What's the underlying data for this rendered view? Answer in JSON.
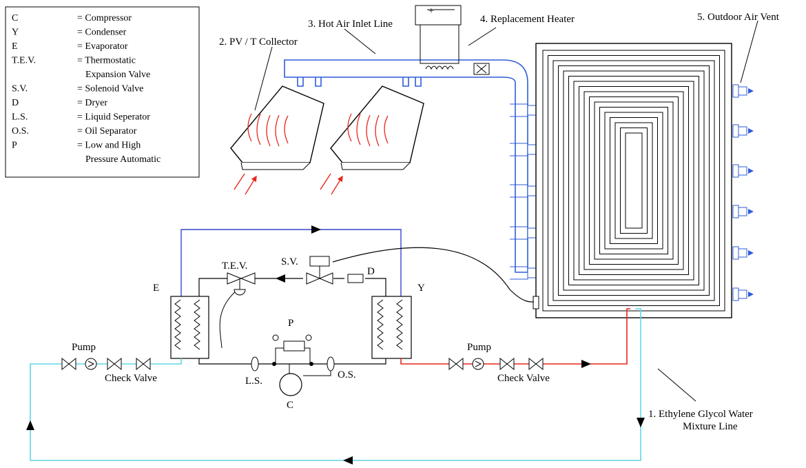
{
  "legend": [
    {
      "abbr": "C",
      "desc": "= Compressor"
    },
    {
      "abbr": "Y",
      "desc": "= Condenser"
    },
    {
      "abbr": "E",
      "desc": "= Evaporator"
    },
    {
      "abbr": "T.E.V.",
      "desc": "= Thermostatic"
    },
    {
      "abbr": "",
      "desc": "Expansion Valve"
    },
    {
      "abbr": "S.V.",
      "desc": "= Solenoid Valve"
    },
    {
      "abbr": "D",
      "desc": "= Dryer"
    },
    {
      "abbr": "L.S.",
      "desc": "= Liquid Seperator"
    },
    {
      "abbr": "O.S.",
      "desc": "= Oil Separator"
    },
    {
      "abbr": "P",
      "desc": "= Low and High"
    },
    {
      "abbr": "",
      "desc": "Pressure Automatic"
    }
  ],
  "labels": {
    "collector": "2. PV / T Collector",
    "inlet": "3. Hot Air Inlet Line",
    "heater": "4. Replacement Heater",
    "vent": "5. Outdoor Air Vent",
    "glycol1": "1. Ethylene Glycol Water",
    "glycol2": "Mixture Line",
    "tev": "T.E.V.",
    "sv": "S.V.",
    "d": "D",
    "e": "E",
    "y": "Y",
    "p": "P",
    "c": "C",
    "ls": "L.S.",
    "os": "O.S.",
    "pump_left": "Pump",
    "check_left": "Check Valve",
    "pump_right": "Pump",
    "check_right": "Check Valve"
  },
  "colors": {
    "air_duct": "#2e5bd8",
    "warm_air": "#e8261c",
    "cold_fluid": "#5fd6e6",
    "refrigerant_loop": "#3344cc",
    "hot_fluid": "#e8261c",
    "vent": "#2e5bd8"
  }
}
